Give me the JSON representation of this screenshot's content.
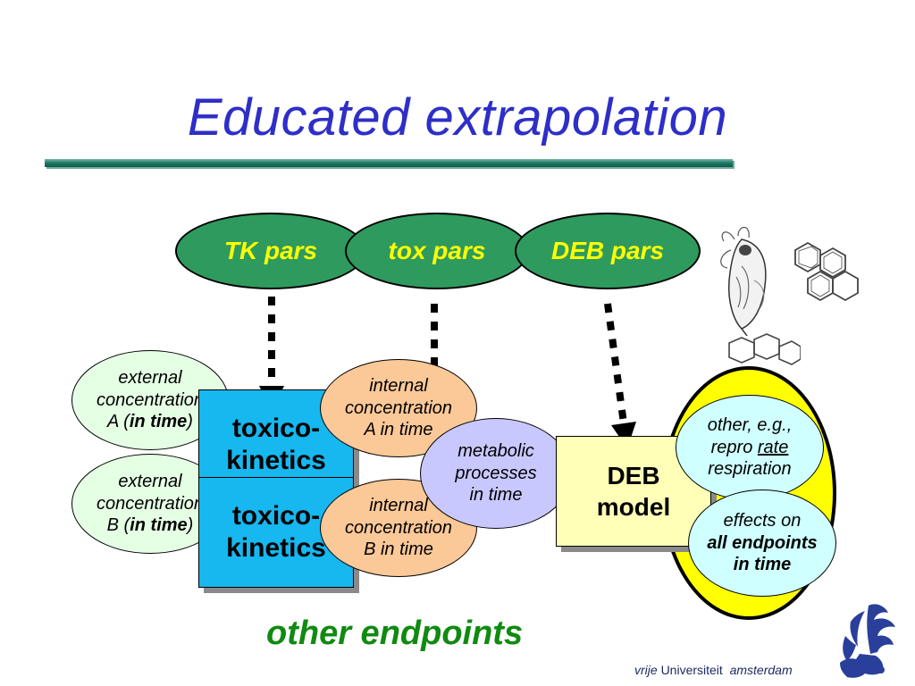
{
  "slide": {
    "title": "Educated extrapolation",
    "pars": {
      "tk": "TK pars",
      "tox": "tox pars",
      "deb": "DEB pars"
    },
    "external_a": {
      "line1": "external",
      "line2": "concentration",
      "line3_prefix": "A (",
      "line3_bold": "in time",
      "line3_suffix": ")"
    },
    "external_b": {
      "line1": "external",
      "line2": "concentration",
      "line3_prefix": "B (",
      "line3_bold": "in time",
      "line3_suffix": ")"
    },
    "toxicokinetics_1": {
      "line1": "toxico-",
      "line2": "kinetics"
    },
    "toxicokinetics_2": {
      "line1": "toxico-",
      "line2": "kinetics"
    },
    "internal_a": {
      "line1": "internal",
      "line2": "concentration",
      "line3": "A in time"
    },
    "internal_b": {
      "line1": "internal",
      "line2": "concentration",
      "line3": "B in time"
    },
    "metabolic": {
      "line1": "metabolic",
      "line2": "processes",
      "line3": "in time"
    },
    "deb_model": {
      "line1": "DEB",
      "line2": "model"
    },
    "other_rate": {
      "line1": "other, e.g.,",
      "line2_prefix": "repro ",
      "line2_underline": "rate",
      "line3": "respiration"
    },
    "effects": {
      "line1": "effects on",
      "line2": "all endpoints",
      "line3": "in time"
    },
    "other_endpoints": "other endpoints",
    "logo": {
      "vrije": "vrije",
      "universiteit": "Universiteit",
      "amsterdam": "amsterdam"
    }
  },
  "colors": {
    "title": "#2e2ec8",
    "par_fill": "#2e9a5e",
    "par_text": "#ffff00",
    "toxicokinetics_fill": "#17b7ef",
    "internal_fill": "#fbc898",
    "metabolic_fill": "#c8c8ff",
    "deb_fill": "#ffffb8",
    "effects_outer": "#ffff00",
    "effects_inner": "#cfffff",
    "external_fill": "#e5ffe5",
    "other_endpoints_text": "#108a10"
  }
}
